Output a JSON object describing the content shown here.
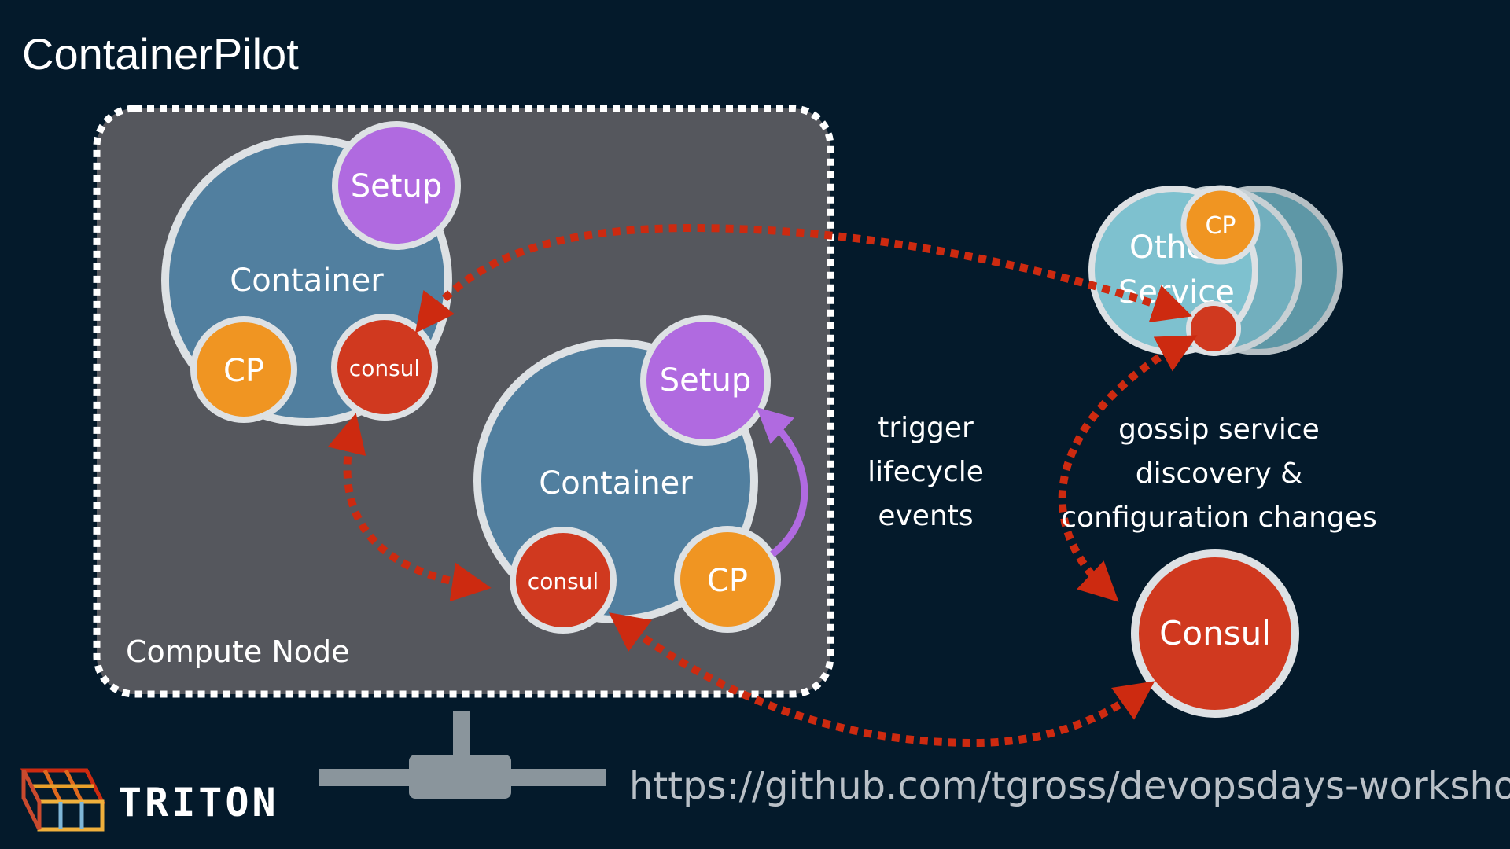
{
  "title": "ContainerPilot",
  "compute_node_label": "Compute Node",
  "container1": {
    "label": "Container",
    "setup": "Setup",
    "cp": "CP",
    "consul": "consul"
  },
  "container2": {
    "label": "Container",
    "setup": "Setup",
    "cp": "CP",
    "consul": "consul"
  },
  "other_service": {
    "label_line1": "Other",
    "label_line2": "Service",
    "cp": "CP"
  },
  "consul_server": {
    "label": "Consul"
  },
  "lifecycle_note": [
    "trigger",
    "lifecycle",
    "events"
  ],
  "gossip_note": [
    "gossip service",
    "discovery &",
    "configuration changes"
  ],
  "footer": {
    "logo_text": "TRITON",
    "url": "https://github.com/tgross/devopsdays-workshop"
  },
  "colors": {
    "background": "#041a2b",
    "compute_node": "#55575d",
    "container": "#517f9f",
    "setup": "#b06ae0",
    "cp": "#f09522",
    "consul": "#d0391f",
    "other_service": "#7ec1cf",
    "arrow_red": "#cd2a10",
    "arrow_purple": "#b06ae0"
  }
}
